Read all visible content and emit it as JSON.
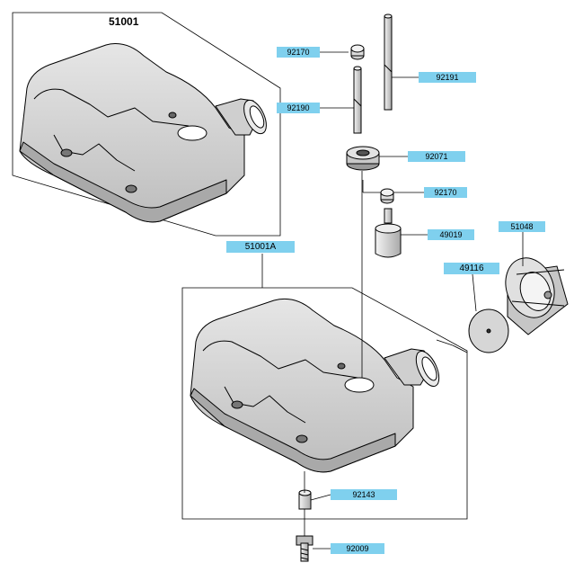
{
  "colors": {
    "callout_fill": "#7fd0ee",
    "line": "#000000",
    "part_fill": "#d8d8d8",
    "part_shadow": "#8a8a8a"
  },
  "labels": {
    "assembly_upper": "51001",
    "assembly_lower": "51001A",
    "p92170_top": "92170",
    "p92191": "92191",
    "p92190": "92190",
    "p92071": "92071",
    "p92170_mid": "92170",
    "p49019": "49019",
    "p51048": "51048",
    "p49116": "49116",
    "p92143": "92143",
    "p92009": "92009"
  }
}
